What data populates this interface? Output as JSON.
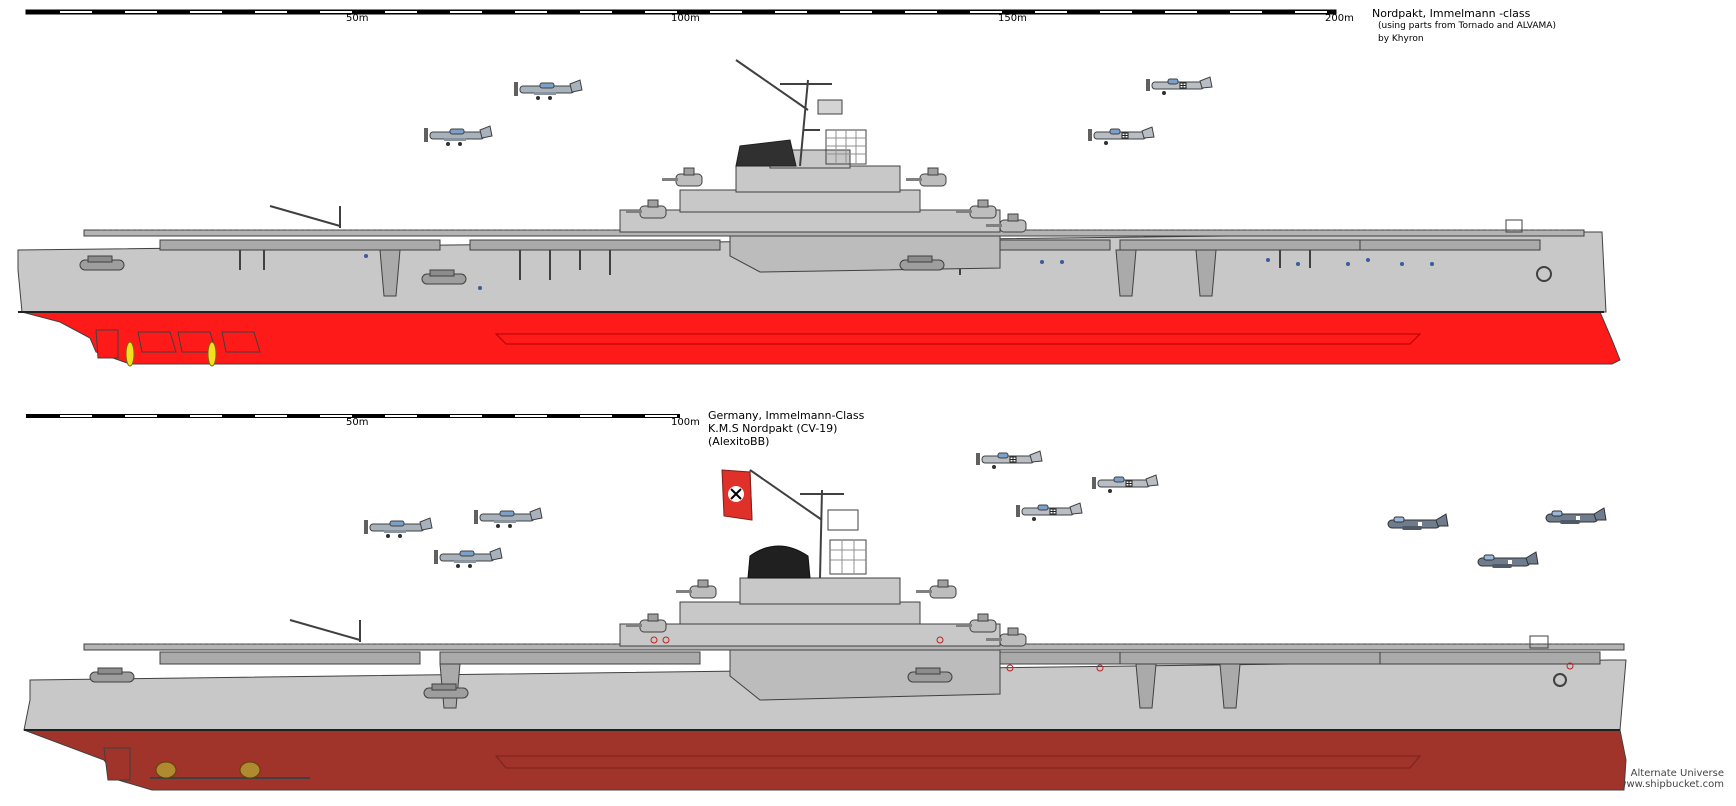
{
  "top_drawing": {
    "scale_labels": [
      "50m",
      "100m",
      "150m",
      "200m"
    ],
    "title": "Nordpakt, Immelmann -class",
    "subtitle": "(using parts from Tornado and ALVAMA)",
    "author": "by Khyron"
  },
  "bottom_drawing": {
    "scale_labels": [
      "50m",
      "100m"
    ],
    "line1": "Germany, Immelmann-Class",
    "line2": "K.M.S Nordpakt (CV-19)",
    "line3": "(AlexitoBB)"
  },
  "credit": {
    "line1": "Alternate Universe",
    "line2": "www.shipbucket.com"
  },
  "colors": {
    "hull_grey": "#c8c8c8",
    "deck_grey": "#b4b4b4",
    "top_red": "#ff1a1a",
    "bottom_red": "#a0342a",
    "outline": "#404040",
    "flag_red": "#e0302a"
  }
}
